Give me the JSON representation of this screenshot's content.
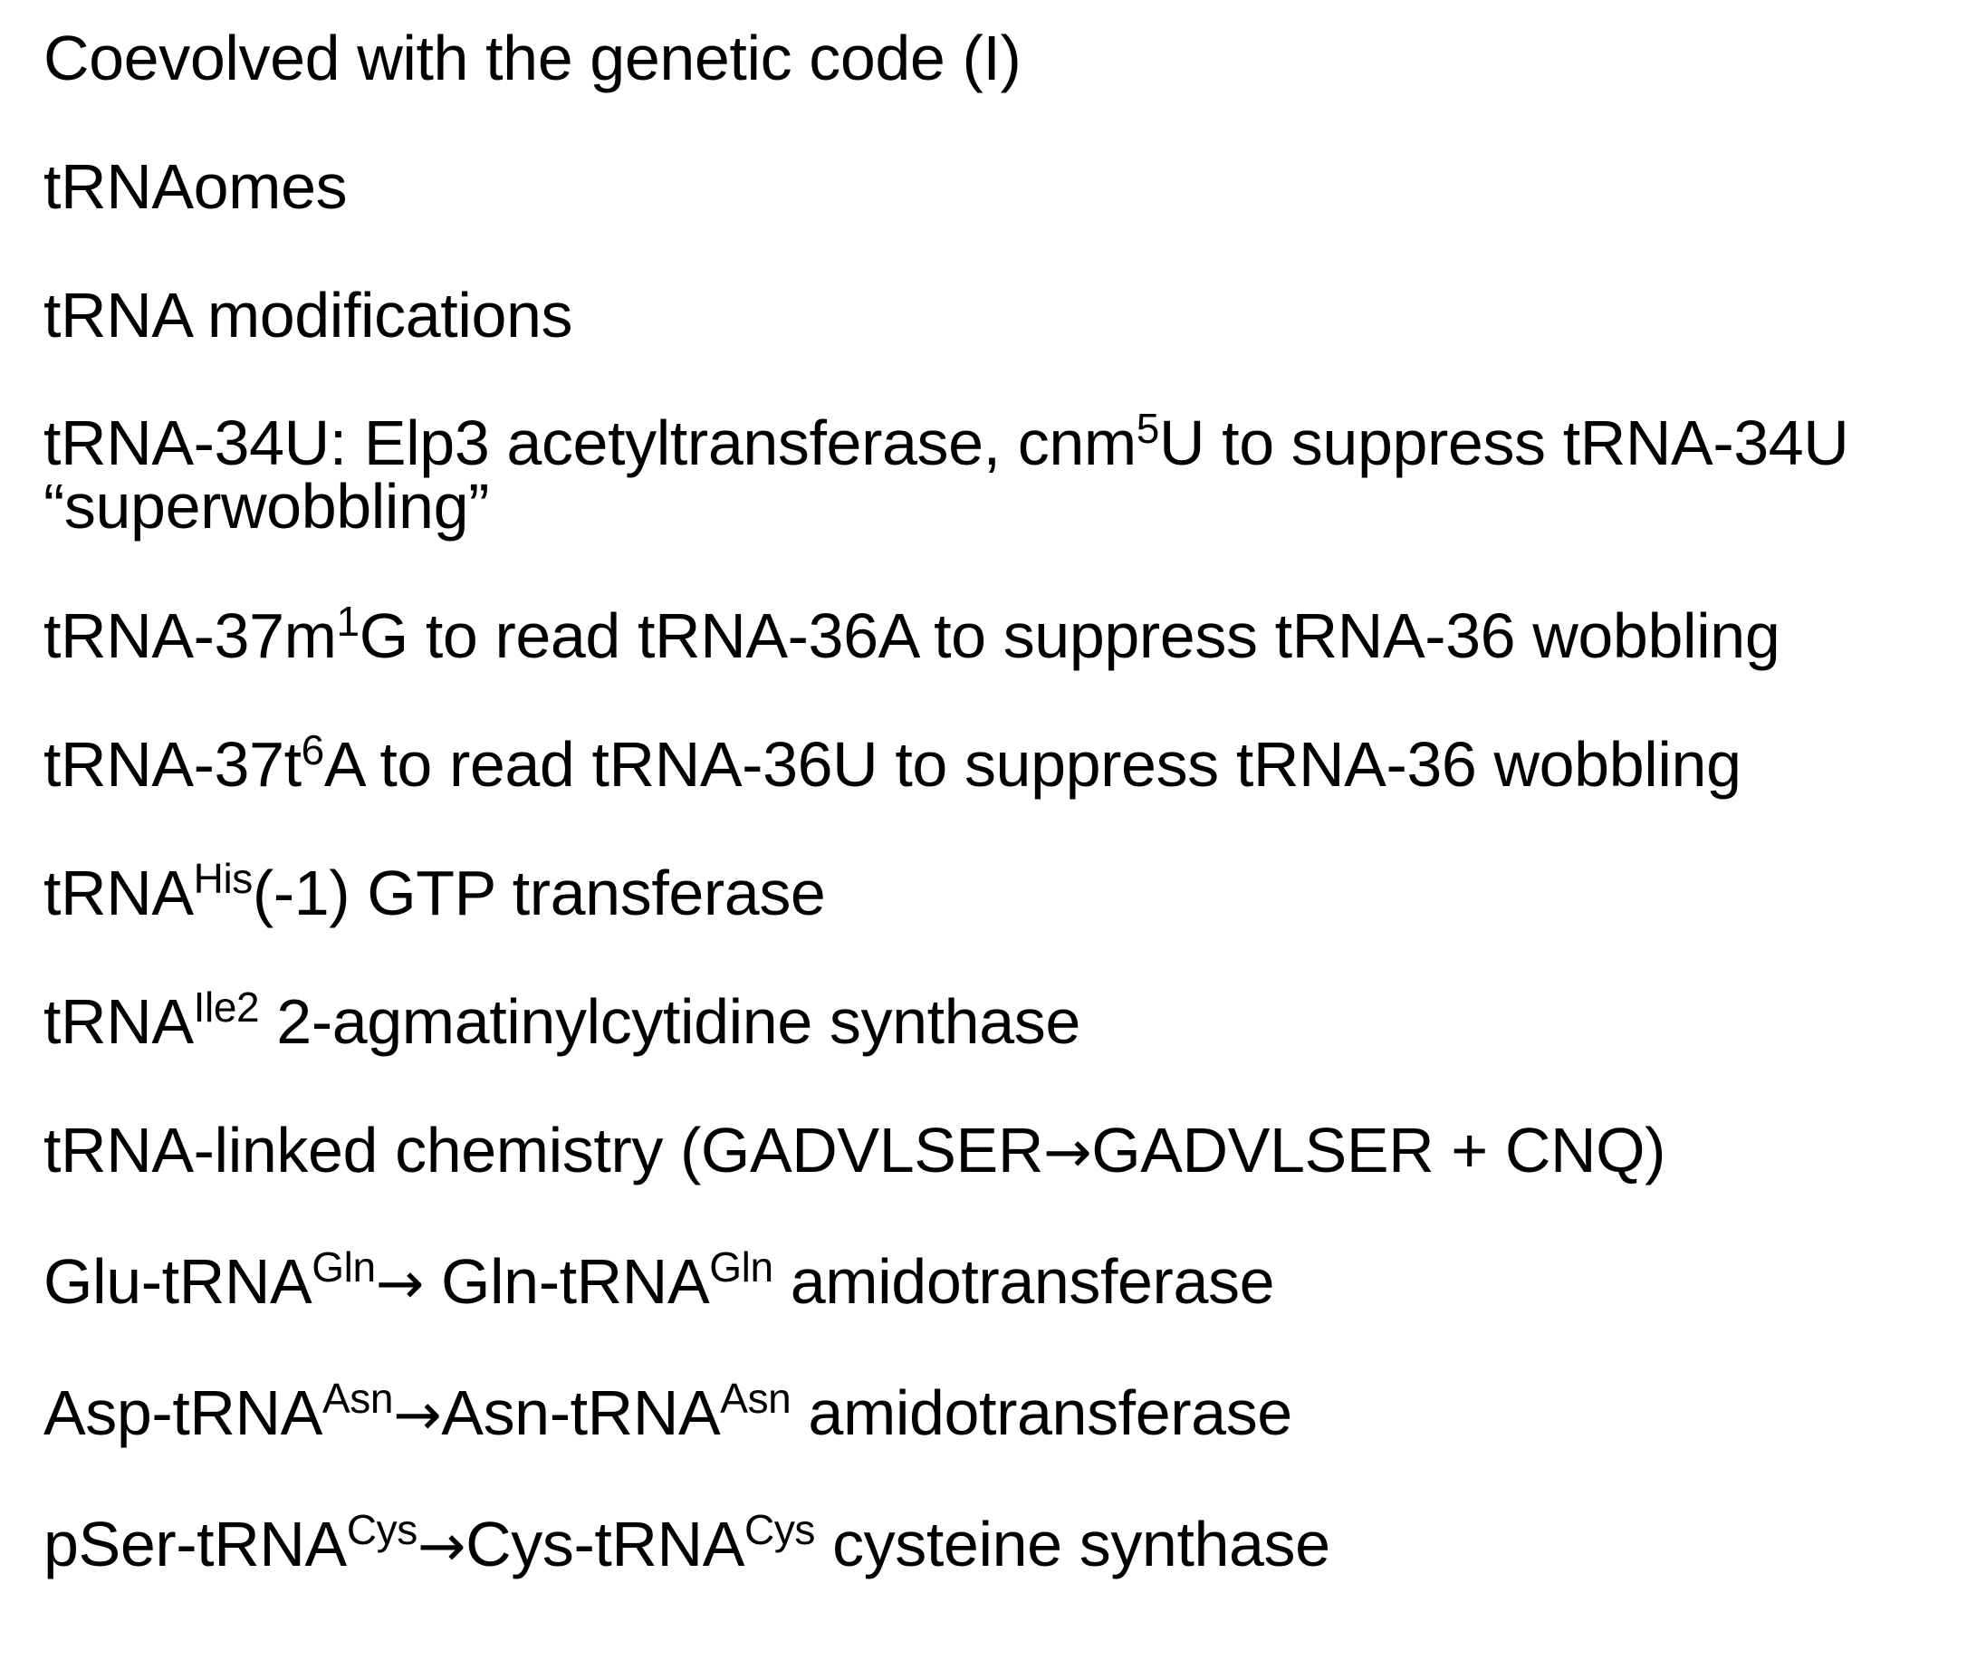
{
  "lines": {
    "l1": "Coevolved with the genetic code (I)",
    "l2": "tRNAomes",
    "l3": "tRNA modifications",
    "l4": {
      "a": "tRNA-34U: Elp3 acetyltransferase, cnm",
      "sup": "5",
      "b": "U to suppress tRNA-34U “superwobbling”"
    },
    "l5": {
      "a": "tRNA-37m",
      "sup": "1",
      "b": "G to read tRNA-36A to suppress tRNA-36 wobbling"
    },
    "l6": {
      "a": "tRNA-37t",
      "sup": "6",
      "b": "A to read tRNA-36U to suppress tRNA-36 wobbling"
    },
    "l7": {
      "a": "tRNA",
      "sup": "His",
      "b": "(-1) GTP transferase"
    },
    "l8": {
      "a": "tRNA",
      "sup": "Ile2",
      "b": " 2-agmatinylcytidine synthase"
    },
    "l9": {
      "a": "tRNA-linked chemistry (GADVLSER",
      "arrow": "→",
      "b": "GADVLSER + CNQ)"
    },
    "l10": {
      "a": "Glu-tRNA",
      "sup1": "Gln",
      "arrow": "→",
      "b": " Gln-tRNA",
      "sup2": "Gln",
      "c": " amidotransferase"
    },
    "l11": {
      "a": "Asp-tRNA",
      "sup1": "Asn",
      "arrow": "→",
      "b": "Asn-tRNA",
      "sup2": "Asn",
      "c": " amidotransferase"
    },
    "l12": {
      "a": "pSer-tRNA",
      "sup1": "Cys",
      "arrow": "→",
      "b": "Cys-tRNA",
      "sup2": "Cys",
      "c": " cysteine synthase"
    }
  }
}
